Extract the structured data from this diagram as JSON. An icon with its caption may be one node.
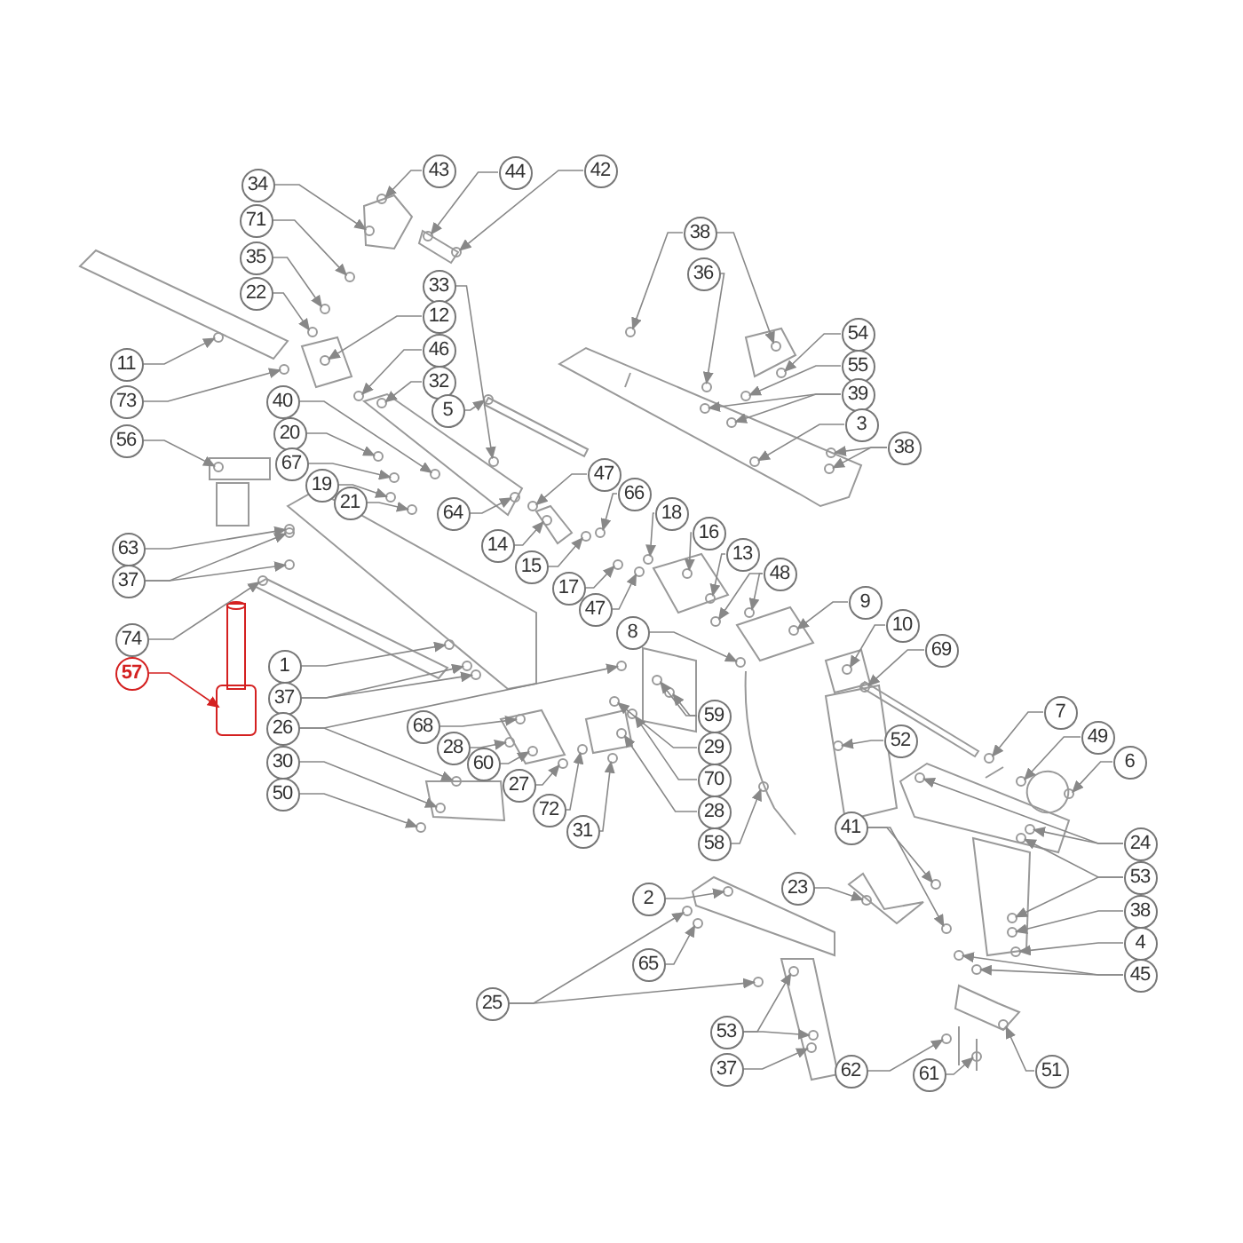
{
  "diagram": {
    "nodes": [
      {
        "text": [
          "43"
        ]
      },
      {
        "text": [
          "44"
        ]
      },
      {
        "text": [
          "42"
        ]
      },
      {
        "text": [
          "34"
        ]
      },
      {
        "text": [
          "71"
        ]
      },
      {
        "text": [
          "38"
        ]
      },
      {
        "text": [
          "35"
        ]
      },
      {
        "text": [
          "36"
        ]
      },
      {
        "text": [
          "33"
        ]
      },
      {
        "text": [
          "22"
        ]
      },
      {
        "text": [
          "12"
        ]
      },
      {
        "text": [
          "54"
        ]
      },
      {
        "text": [
          "46"
        ]
      },
      {
        "text": [
          "11"
        ]
      },
      {
        "text": [
          "55"
        ]
      },
      {
        "text": [
          "32"
        ]
      },
      {
        "text": [
          "39"
        ]
      },
      {
        "text": [
          "73"
        ]
      },
      {
        "text": [
          "40"
        ]
      },
      {
        "text": [
          "5"
        ]
      },
      {
        "text": [
          "3"
        ]
      },
      {
        "text": [
          "20"
        ]
      },
      {
        "text": [
          "56"
        ]
      },
      {
        "text": [
          "38"
        ]
      },
      {
        "text": [
          "67"
        ]
      },
      {
        "text": [
          "47"
        ]
      },
      {
        "text": [
          "19"
        ]
      },
      {
        "text": [
          "66"
        ]
      },
      {
        "text": [
          "21"
        ]
      },
      {
        "text": [
          "64"
        ]
      },
      {
        "text": [
          "18"
        ]
      },
      {
        "text": [
          "16"
        ]
      },
      {
        "text": [
          "14"
        ]
      },
      {
        "text": [
          "63"
        ]
      },
      {
        "text": [
          "13"
        ]
      },
      {
        "text": [
          "15"
        ]
      },
      {
        "text": [
          "48"
        ]
      },
      {
        "text": [
          "37"
        ]
      },
      {
        "text": [
          "17"
        ]
      },
      {
        "text": [
          "9"
        ]
      },
      {
        "text": [
          "47"
        ]
      },
      {
        "text": [
          "10"
        ]
      },
      {
        "text": [
          "8"
        ]
      },
      {
        "text": [
          "74"
        ]
      },
      {
        "text": [
          "69"
        ]
      },
      {
        "text": [
          "1"
        ]
      },
      {
        "text": [
          "57"
        ]
      },
      {
        "text": [
          "37"
        ]
      },
      {
        "text": [
          "7"
        ]
      },
      {
        "text": [
          "59"
        ]
      },
      {
        "text": [
          "68"
        ]
      },
      {
        "text": [
          "26"
        ]
      },
      {
        "text": [
          "49"
        ]
      },
      {
        "text": [
          "52"
        ]
      },
      {
        "text": [
          "28"
        ]
      },
      {
        "text": [
          "29"
        ]
      },
      {
        "text": [
          "6"
        ]
      },
      {
        "text": [
          "30"
        ]
      },
      {
        "text": [
          "60"
        ]
      },
      {
        "text": [
          "70"
        ]
      },
      {
        "text": [
          "27"
        ]
      },
      {
        "text": [
          "50"
        ]
      },
      {
        "text": [
          "72"
        ]
      },
      {
        "text": [
          "28"
        ]
      },
      {
        "text": [
          "41"
        ]
      },
      {
        "text": [
          "31"
        ]
      },
      {
        "text": [
          "24"
        ]
      },
      {
        "text": [
          "58"
        ]
      },
      {
        "text": [
          "53"
        ]
      },
      {
        "text": [
          "23"
        ]
      },
      {
        "text": [
          "2"
        ]
      },
      {
        "text": [
          "38"
        ]
      },
      {
        "text": [
          "4"
        ]
      },
      {
        "text": [
          "65"
        ]
      },
      {
        "text": [
          "45"
        ]
      },
      {
        "text": [
          "25"
        ]
      },
      {
        "text": [
          "53"
        ]
      },
      {
        "text": [
          "37"
        ]
      },
      {
        "text": [
          "62"
        ]
      },
      {
        "text": [
          "61"
        ]
      },
      {
        "text": [
          "51"
        ]
      },
      {
        "text": [],
        "shape": "circle"
      },
      {
        "text": [],
        "shape": "circle"
      },
      {
        "text": [],
        "shape": "circle"
      },
      {
        "text": [],
        "shape": "circle"
      },
      {
        "text": [],
        "shape": "circle"
      },
      {
        "text": [],
        "shape": "circle"
      },
      {
        "text": [],
        "shape": "circle"
      },
      {
        "text": [],
        "shape": "circle"
      },
      {
        "text": [],
        "shape": "circle"
      },
      {
        "text": [],
        "shape": "circle"
      },
      {
        "text": [],
        "shape": "circle"
      },
      {
        "text": [],
        "shape": "circle"
      },
      {
        "text": [],
        "shape": "circle"
      },
      {
        "text": [],
        "shape": "circle"
      },
      {
        "text": [],
        "shape": "circle"
      },
      {
        "text": [],
        "shape": "circle"
      },
      {
        "text": [],
        "shape": "circle"
      },
      {
        "text": [],
        "shape": "circle"
      },
      {
        "text": [],
        "shape": "circle"
      },
      {
        "text": [],
        "shape": "circle"
      },
      {
        "text": [],
        "shape": "circle"
      },
      {
        "text": [],
        "shape": "circle"
      },
      {
        "text": [],
        "shape": "circle"
      },
      {
        "text": [],
        "shape": "circle"
      },
      {
        "text": [],
        "shape": "circle"
      },
      {
        "text": [],
        "shape": "circle"
      },
      {
        "text": [],
        "shape": "circle"
      },
      {
        "text": [],
        "shape": "circle"
      },
      {
        "text": [],
        "shape": "circle"
      },
      {
        "text": [],
        "shape": "circle"
      },
      {
        "text": [],
        "shape": "circle"
      },
      {
        "text": [],
        "shape": "circle"
      },
      {
        "text": [],
        "shape": "circle"
      },
      {
        "text": [],
        "shape": "circle"
      },
      {
        "text": [],
        "shape": "circle"
      },
      {
        "text": [],
        "shape": "circle"
      },
      {
        "text": [],
        "shape": "circle"
      },
      {
        "text": [],
        "shape": "circle"
      },
      {
        "text": [],
        "shape": "circle"
      },
      {
        "text": [],
        "shape": "circle"
      },
      {
        "text": [],
        "shape": "circle"
      },
      {
        "text": [],
        "shape": "circle"
      },
      {
        "text": [],
        "shape": "circle"
      },
      {
        "text": [],
        "shape": "circle"
      },
      {
        "text": [],
        "shape": "circle"
      },
      {
        "text": [],
        "shape": "circle"
      },
      {
        "text": [],
        "shape": "circle"
      },
      {
        "text": [],
        "shape": "circle"
      },
      {
        "text": [],
        "shape": "circle"
      },
      {
        "text": [],
        "shape": "circle"
      },
      {
        "text": [],
        "shape": "circle"
      },
      {
        "text": [],
        "shape": "picture"
      },
      {
        "text": [],
        "shape": "circle"
      },
      {
        "text": [],
        "shape": "circle"
      },
      {
        "text": [],
        "shape": "circle"
      },
      {
        "text": [],
        "shape": "circle"
      },
      {
        "text": [],
        "shape": "circle"
      },
      {
        "text": [],
        "shape": "circle"
      },
      {
        "text": [],
        "shape": "circle"
      },
      {
        "text": [],
        "shape": "circle"
      },
      {
        "text": [],
        "shape": "circle"
      },
      {
        "text": [],
        "shape": "circle"
      },
      {
        "text": [],
        "shape": "circle"
      },
      {
        "text": [],
        "shape": "circle"
      },
      {
        "text": [],
        "shape": "circle"
      },
      {
        "text": [],
        "shape": "circle"
      },
      {
        "text": [],
        "shape": "circle"
      },
      {
        "text": [],
        "shape": "circle"
      },
      {
        "text": [],
        "shape": "circle"
      },
      {
        "text": [],
        "shape": "circle"
      },
      {
        "text": [],
        "shape": "circle"
      },
      {
        "text": [],
        "shape": "circle"
      },
      {
        "text": [],
        "shape": "circle"
      },
      {
        "text": [],
        "shape": "circle"
      },
      {
        "text": [],
        "shape": "circle"
      },
      {
        "text": [],
        "shape": "circle"
      },
      {
        "text": [],
        "shape": "circle"
      },
      {
        "text": [],
        "shape": "circle"
      },
      {
        "text": [],
        "shape": "circle"
      },
      {
        "text": [],
        "shape": "circle"
      },
      {
        "text": [],
        "shape": "circle"
      },
      {
        "text": [],
        "shape": "circle"
      },
      {
        "text": [],
        "shape": "circle"
      },
      {
        "text": [],
        "shape": "circle"
      },
      {
        "text": [],
        "shape": "circle"
      },
      {
        "text": [],
        "shape": "circle"
      },
      {
        "text": [],
        "shape": "circle"
      },
      {
        "text": [],
        "shape": "circle"
      },
      {
        "text": [],
        "shape": "circle"
      },
      {
        "text": [],
        "shape": "circle"
      },
      {
        "text": [],
        "shape": "circle"
      },
      {
        "text": [],
        "shape": "circle"
      },
      {
        "text": [],
        "shape": "circle"
      },
      {
        "text": [],
        "shape": "circle"
      },
      {
        "text": [],
        "shape": "circle"
      }
    ],
    "edges": [
      {
        "from": 0,
        "to": 81,
        "arrow": "to"
      },
      {
        "from": 1,
        "to": 82,
        "arrow": "to"
      },
      {
        "from": 2,
        "to": 83,
        "arrow": "to"
      },
      {
        "from": 3,
        "to": 84,
        "arrow": "to"
      },
      {
        "from": 4,
        "to": 85,
        "arrow": "to"
      },
      {
        "from": 5,
        "to": 86,
        "arrow": "to"
      },
      {
        "from": 5,
        "to": 87,
        "arrow": "to"
      },
      {
        "from": 6,
        "to": 88,
        "arrow": "to"
      },
      {
        "from": 7,
        "to": 89,
        "arrow": "to"
      },
      {
        "from": 8,
        "to": 90,
        "arrow": "to"
      },
      {
        "from": 9,
        "to": 91,
        "arrow": "to"
      },
      {
        "from": 10,
        "to": 92,
        "arrow": "to"
      },
      {
        "from": 11,
        "to": 93,
        "arrow": "to"
      },
      {
        "from": 12,
        "to": 94,
        "arrow": "to"
      },
      {
        "from": 13,
        "to": 95,
        "arrow": "to"
      },
      {
        "from": 14,
        "to": 96,
        "arrow": "to"
      },
      {
        "from": 15,
        "to": 97,
        "arrow": "to"
      },
      {
        "from": 16,
        "to": 98,
        "arrow": "to"
      },
      {
        "from": 16,
        "to": 99,
        "arrow": "to"
      },
      {
        "from": 17,
        "to": 100,
        "arrow": "to"
      },
      {
        "from": 18,
        "to": 101,
        "arrow": "to"
      },
      {
        "from": 19,
        "to": 102,
        "arrow": "to"
      },
      {
        "from": 20,
        "to": 103,
        "arrow": "to"
      },
      {
        "from": 21,
        "to": 104,
        "arrow": "to"
      },
      {
        "from": 22,
        "to": 105,
        "arrow": "to"
      },
      {
        "from": 23,
        "to": 106,
        "arrow": "to"
      },
      {
        "from": 23,
        "to": 107,
        "arrow": "to"
      },
      {
        "from": 24,
        "to": 108,
        "arrow": "to"
      },
      {
        "from": 25,
        "to": 109,
        "arrow": "to"
      },
      {
        "from": 26,
        "to": 110,
        "arrow": "to"
      },
      {
        "from": 27,
        "to": 111,
        "arrow": "to"
      },
      {
        "from": 28,
        "to": 112,
        "arrow": "to"
      },
      {
        "from": 29,
        "to": 113,
        "arrow": "to"
      },
      {
        "from": 30,
        "to": 114,
        "arrow": "to"
      },
      {
        "from": 31,
        "to": 115,
        "arrow": "to"
      },
      {
        "from": 32,
        "to": 116,
        "arrow": "to"
      },
      {
        "from": 33,
        "to": 117,
        "arrow": "to"
      },
      {
        "from": 34,
        "to": 118,
        "arrow": "to"
      },
      {
        "from": 35,
        "to": 119,
        "arrow": "to"
      },
      {
        "from": 36,
        "to": 120,
        "arrow": "to"
      },
      {
        "from": 36,
        "to": 121,
        "arrow": "to"
      },
      {
        "from": 37,
        "to": 122,
        "arrow": "to"
      },
      {
        "from": 37,
        "to": 123,
        "arrow": "to"
      },
      {
        "from": 38,
        "to": 124,
        "arrow": "to"
      },
      {
        "from": 39,
        "to": 125,
        "arrow": "to"
      },
      {
        "from": 40,
        "to": 126,
        "arrow": "to"
      },
      {
        "from": 41,
        "to": 127,
        "arrow": "to"
      },
      {
        "from": 42,
        "to": 128,
        "arrow": "to"
      },
      {
        "from": 43,
        "to": 129,
        "arrow": "to"
      },
      {
        "from": 44,
        "to": 130,
        "arrow": "to"
      },
      {
        "from": 45,
        "to": 131,
        "arrow": "to"
      },
      {
        "from": 46,
        "to": 132,
        "arrow": "to",
        "color": "#d42020"
      },
      {
        "from": 47,
        "to": 133,
        "arrow": "to"
      },
      {
        "from": 47,
        "to": 134,
        "arrow": "to"
      },
      {
        "from": 48,
        "to": 135,
        "arrow": "to"
      },
      {
        "from": 49,
        "to": 136,
        "arrow": "to"
      },
      {
        "from": 49,
        "to": 137,
        "arrow": "to"
      },
      {
        "from": 50,
        "to": 138,
        "arrow": "to"
      },
      {
        "from": 51,
        "to": 139,
        "arrow": "to"
      },
      {
        "from": 51,
        "to": 140,
        "arrow": "to"
      },
      {
        "from": 52,
        "to": 141,
        "arrow": "to"
      },
      {
        "from": 53,
        "to": 142,
        "arrow": "to"
      },
      {
        "from": 54,
        "to": 143,
        "arrow": "to"
      },
      {
        "from": 55,
        "to": 144,
        "arrow": "to"
      },
      {
        "from": 56,
        "to": 145,
        "arrow": "to"
      },
      {
        "from": 57,
        "to": 146,
        "arrow": "to"
      },
      {
        "from": 58,
        "to": 147,
        "arrow": "to"
      },
      {
        "from": 59,
        "to": 148,
        "arrow": "to"
      },
      {
        "from": 60,
        "to": 149,
        "arrow": "to"
      },
      {
        "from": 61,
        "to": 150,
        "arrow": "to"
      },
      {
        "from": 62,
        "to": 151,
        "arrow": "to"
      },
      {
        "from": 63,
        "to": 152,
        "arrow": "to"
      },
      {
        "from": 64,
        "to": 153,
        "arrow": "to"
      },
      {
        "from": 64,
        "to": 154,
        "arrow": "to"
      },
      {
        "from": 65,
        "to": 155,
        "arrow": "to"
      },
      {
        "from": 66,
        "to": 156,
        "arrow": "to"
      },
      {
        "from": 66,
        "to": 157,
        "arrow": "to"
      },
      {
        "from": 67,
        "to": 158,
        "arrow": "to"
      },
      {
        "from": 68,
        "to": 159,
        "arrow": "to"
      },
      {
        "from": 68,
        "to": 160,
        "arrow": "to"
      },
      {
        "from": 69,
        "to": 161,
        "arrow": "to"
      },
      {
        "from": 70,
        "to": 162,
        "arrow": "to"
      },
      {
        "from": 71,
        "to": 163,
        "arrow": "to"
      },
      {
        "from": 72,
        "to": 164,
        "arrow": "to"
      },
      {
        "from": 73,
        "to": 165,
        "arrow": "to"
      },
      {
        "from": 74,
        "to": 166,
        "arrow": "to"
      },
      {
        "from": 74,
        "to": 167,
        "arrow": "to"
      },
      {
        "from": 75,
        "to": 168,
        "arrow": "to"
      },
      {
        "from": 75,
        "to": 169,
        "arrow": "to"
      },
      {
        "from": 76,
        "to": 170,
        "arrow": "to"
      },
      {
        "from": 76,
        "to": 171,
        "arrow": "to"
      },
      {
        "from": 77,
        "to": 172,
        "arrow": "to"
      },
      {
        "from": 78,
        "to": 173,
        "arrow": "to"
      },
      {
        "from": 79,
        "to": 174,
        "arrow": "to"
      },
      {
        "from": 80,
        "to": 175,
        "arrow": "to"
      }
    ]
  }
}
